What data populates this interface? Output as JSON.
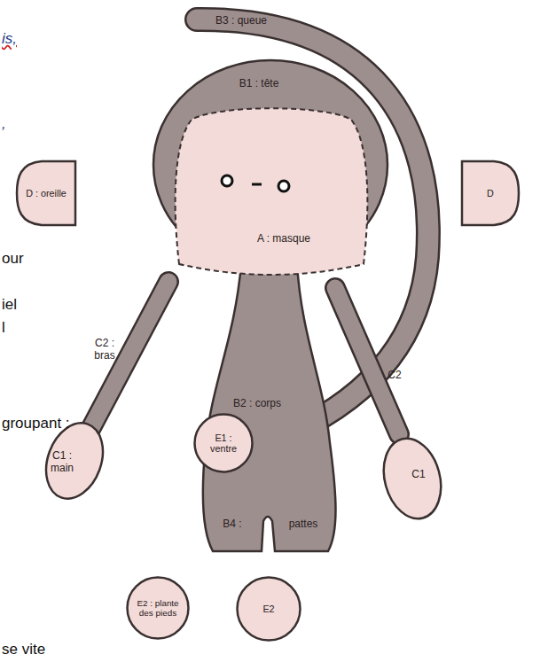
{
  "diagram": {
    "nodes": [
      {
        "text": [
          "D : oreille"
        ]
      },
      {
        "text": [
          "D"
        ]
      },
      {
        "text": [
          "E1 : ventre"
        ]
      },
      {
        "text": [
          "E2 : plante des pieds"
        ]
      },
      {
        "text": [
          "E2"
        ]
      }
    ],
    "labels": [
      "is,",
      ",",
      "our",
      "iel",
      "l",
      "groupant :",
      "se vite",
      "B3 : queue",
      "B1 : tête",
      "A : masque",
      "C2 : bras",
      "C2",
      "B2 : corps",
      "C1 : main",
      "C1",
      "B4 :",
      "pattes"
    ]
  }
}
